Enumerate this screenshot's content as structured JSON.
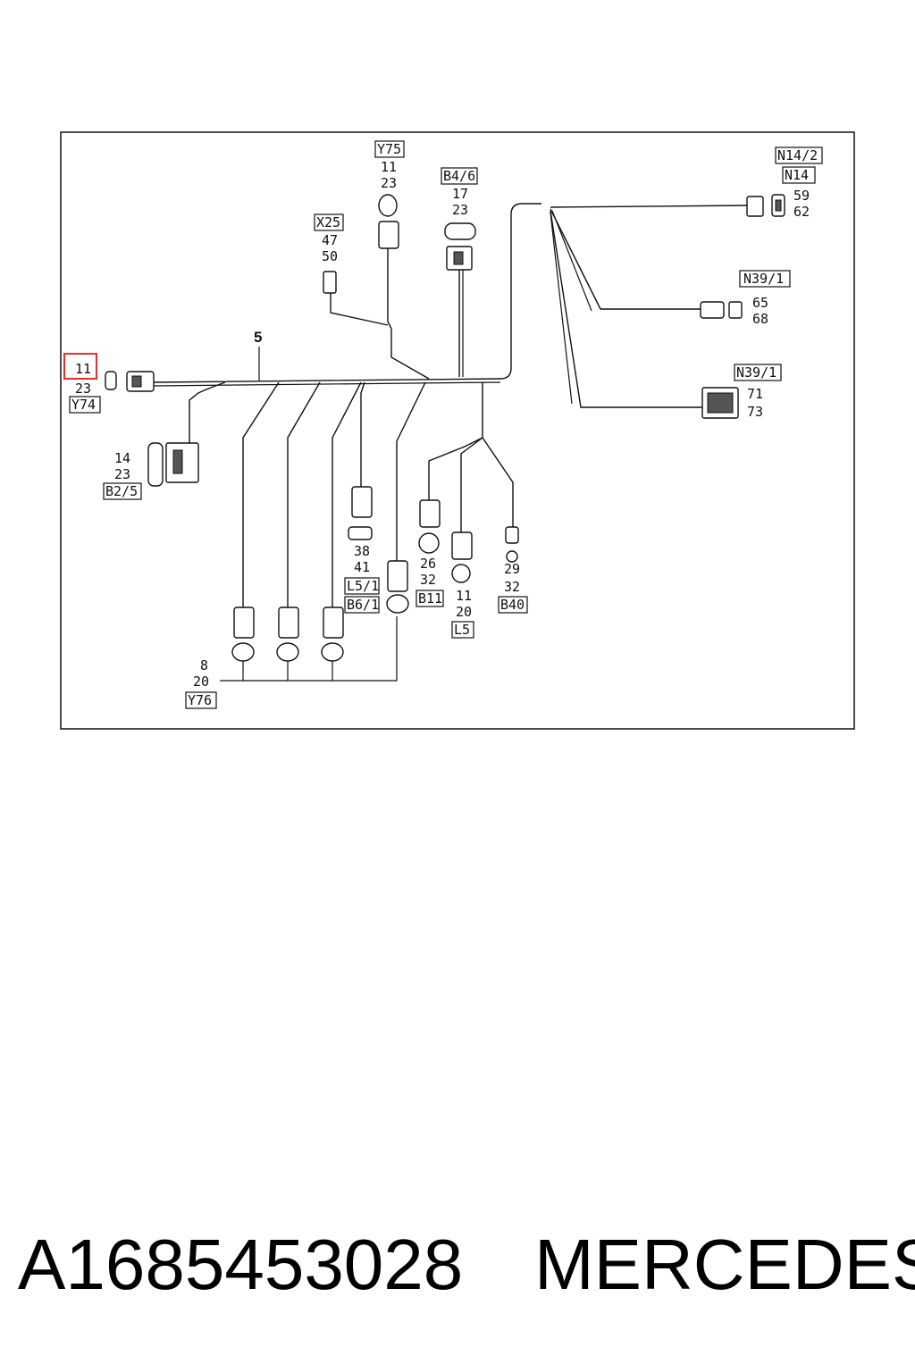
{
  "harness_number": "5",
  "connectors": {
    "Y74": {
      "name": "Y74",
      "pins": [
        "11",
        "23"
      ]
    },
    "B2_5": {
      "name": "B2/5",
      "pins": [
        "14",
        "23"
      ]
    },
    "Y75": {
      "name": "Y75",
      "pins": [
        "11",
        "23"
      ]
    },
    "X25": {
      "name": "X25",
      "pins": [
        "47",
        "50"
      ]
    },
    "B4_6": {
      "name": "B4/6",
      "pins": [
        "17",
        "23"
      ]
    },
    "N14_2": {
      "name": "N14/2",
      "name2": "N14",
      "pins": [
        "59",
        "62"
      ]
    },
    "N39_1a": {
      "name": "N39/1",
      "pins": [
        "65",
        "68"
      ]
    },
    "N39_1b": {
      "name": "N39/1",
      "pins": [
        "71",
        "73"
      ]
    },
    "L5_1": {
      "name": "L5/1",
      "name2": "B6/1",
      "pins": [
        "38",
        "41"
      ]
    },
    "B11": {
      "name": "B11",
      "pins": [
        "26",
        "32"
      ]
    },
    "L5": {
      "name": "L5",
      "pins": [
        "11",
        "20"
      ]
    },
    "B40": {
      "name": "B40",
      "pins": [
        "29",
        "32"
      ]
    },
    "Y76": {
      "name": "Y76",
      "pins": [
        "8",
        "20"
      ]
    }
  },
  "highlight_color": "#e03030",
  "footer": {
    "part_number": "A1685453028",
    "brand": "MERCEDES"
  }
}
